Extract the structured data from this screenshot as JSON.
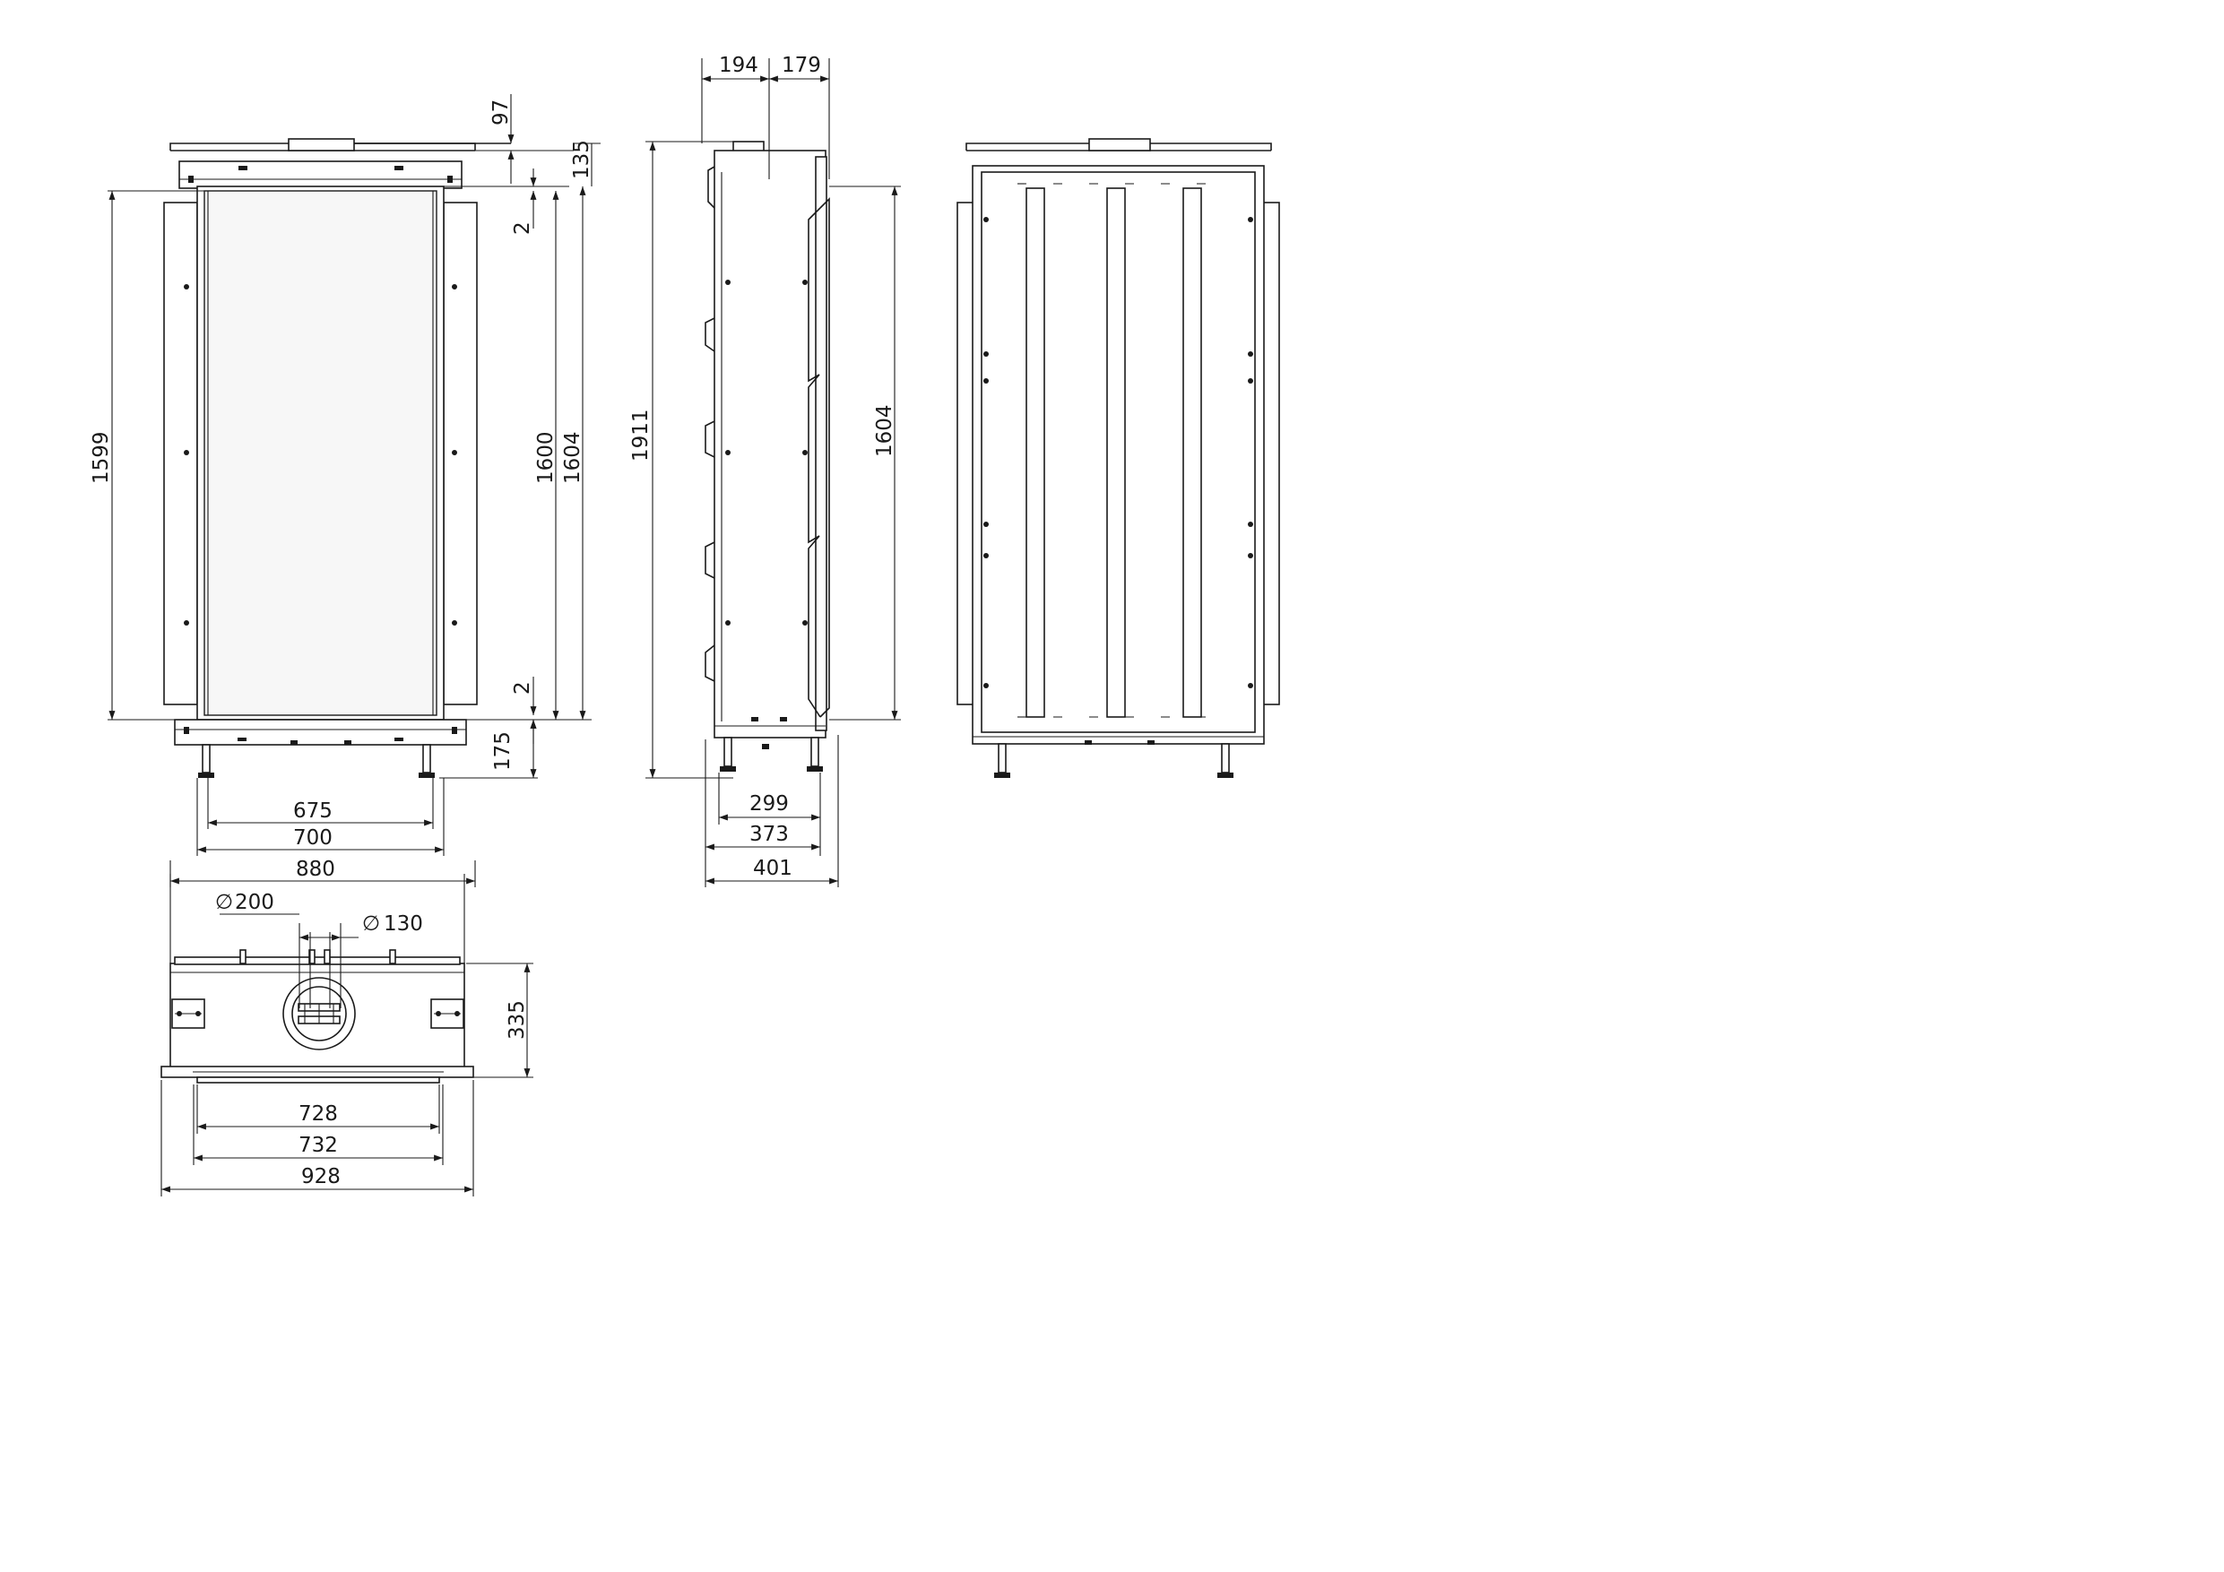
{
  "dimensions": {
    "front": {
      "top_offset": "97",
      "top_height": "135",
      "gap_top": "2",
      "gap_bottom": "2",
      "glass_height": "1599",
      "inner_height": "1600",
      "frame_height": "1604",
      "leg_height": "175",
      "glass_width": "675",
      "inner_width": "700",
      "overall_width": "880"
    },
    "side": {
      "flue_offset": "194",
      "flue_back": "179",
      "overall_height": "1911",
      "frame_height": "1604",
      "leg_depth": "299",
      "body_depth": "373",
      "overall_depth": "401"
    },
    "top": {
      "flue_outer": "200",
      "flue_inner": "130",
      "depth": "335",
      "glass_width": "728",
      "inner_width": "732",
      "overall_width": "928"
    }
  },
  "symbols": {
    "diameter": "∅"
  }
}
